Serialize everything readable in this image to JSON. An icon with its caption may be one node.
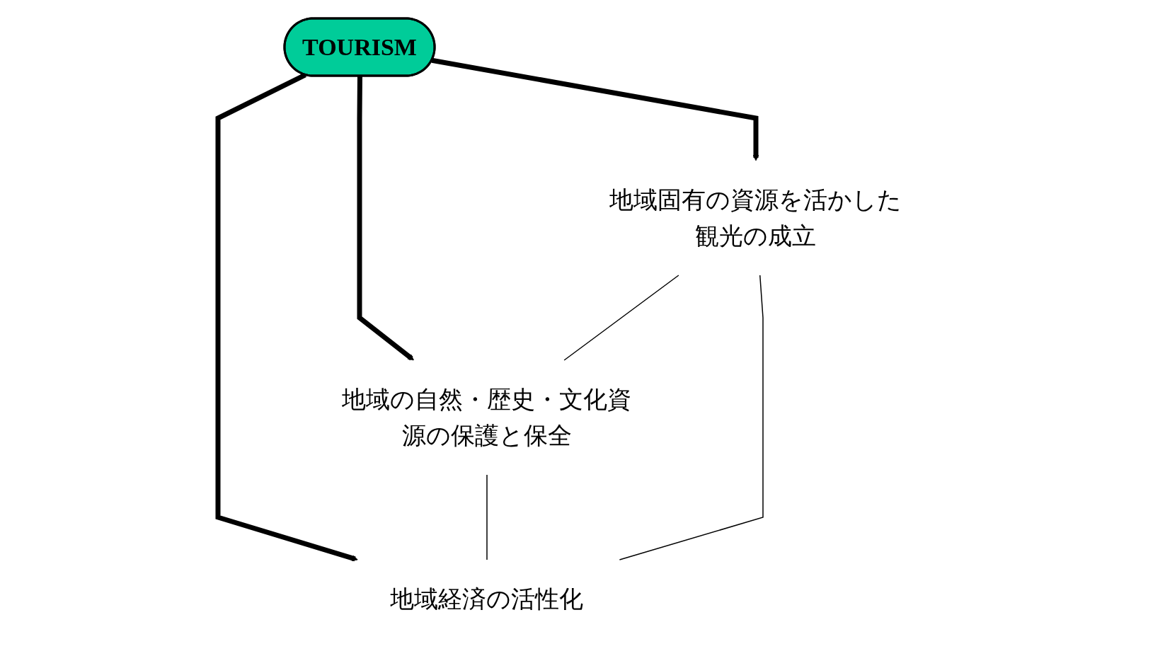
{
  "diagram": {
    "nodes": [
      {
        "text": [
          "地域の自然・歴史・文化資源の保護と保全"
        ]
      },
      {
        "text": [
          "TOURISM"
        ]
      },
      {
        "text": [
          "地域固有の資源を活かした観光の成立"
        ]
      },
      {
        "text": [
          "地域経済の活性化"
        ]
      }
    ],
    "edges": [
      {
        "from": 1,
        "to": 0,
        "arrow": "to",
        "style": "thick"
      },
      {
        "from": 1,
        "to": 2,
        "arrow": "to",
        "style": "thick"
      },
      {
        "from": 1,
        "to": 3,
        "arrow": "to",
        "style": "thick"
      },
      {
        "from": 2,
        "to": 0,
        "arrow": "none"
      },
      {
        "from": 0,
        "to": 3,
        "arrow": "none"
      },
      {
        "from": 2,
        "to": 3,
        "arrow": "none"
      }
    ]
  }
}
